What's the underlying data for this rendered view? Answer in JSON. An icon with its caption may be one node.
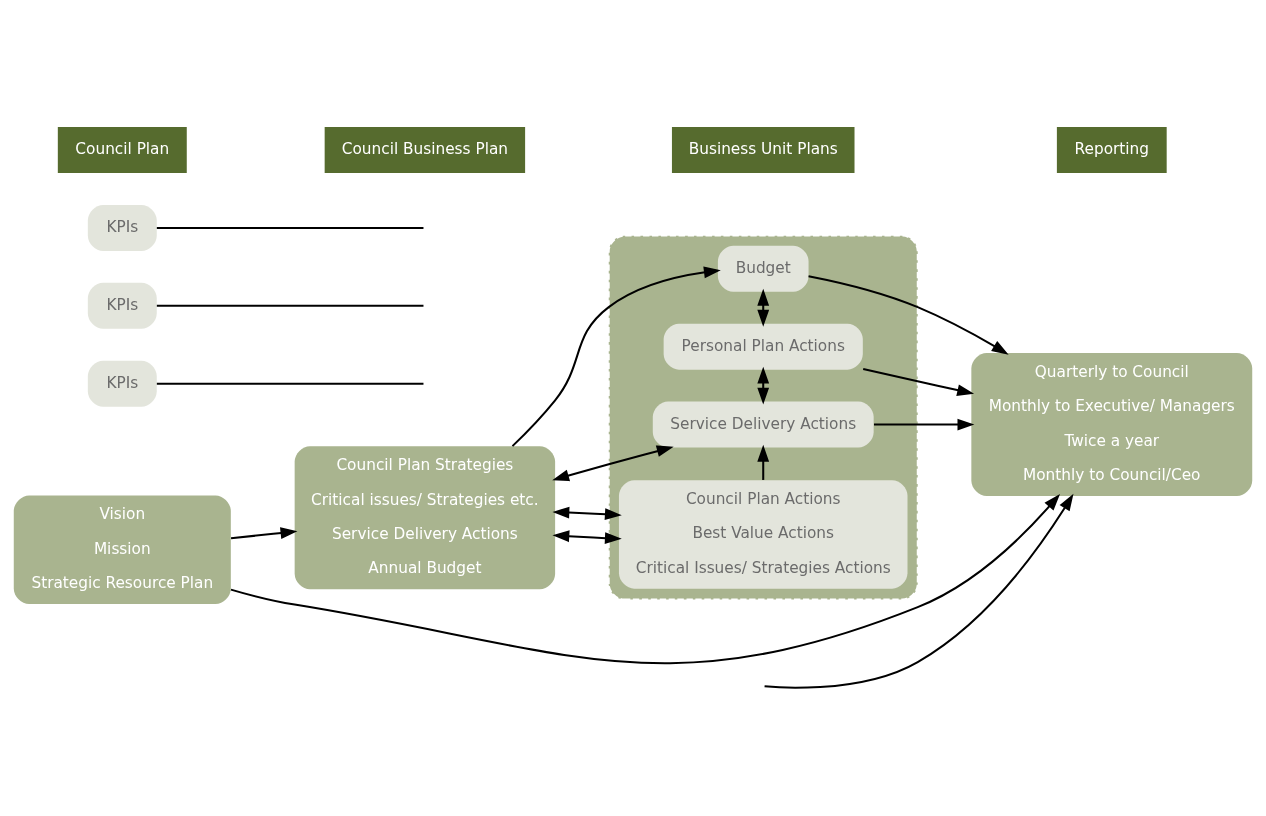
{
  "diagram": {
    "nodes": [
      {
        "text": [
          "Vision",
          "Mission",
          "Strategic Resource Plan"
        ]
      },
      {
        "text": [
          "Council Plan Strategies",
          "Critical issues/ Strategies etc.",
          "Service Delivery Actions",
          "Annual Budget"
        ]
      },
      {
        "text": [],
        "shape": "box"
      },
      {
        "text": [
          "Council Plan Actions",
          "Best Value Actions",
          "Critical Issues/ Strategies Actions"
        ],
        "in": 2
      },
      {
        "text": [
          "Service Delivery Actions"
        ],
        "in": 2
      },
      {
        "text": [
          "Personal Plan Actions"
        ],
        "in": 2
      },
      {
        "text": [
          "Budget"
        ],
        "in": 2
      },
      {
        "text": [
          "Quarterly to Council",
          "Monthly to Executive/ Managers",
          "Twice a year",
          "Monthly to Council/Ceo"
        ]
      },
      {
        "text": [
          "KPIs"
        ]
      },
      {
        "text": [
          "KPIs"
        ]
      },
      {
        "text": [
          "KPIs"
        ]
      }
    ],
    "edges": [
      {
        "from": 0,
        "to": 7,
        "arrow": "to"
      },
      {
        "from": 0,
        "to": 1,
        "arrow": "to"
      },
      {
        "from": 1,
        "to": 3,
        "arrow": "both"
      },
      {
        "from": 1,
        "to": 3,
        "arrow": "both"
      },
      {
        "from": 1,
        "to": 4,
        "arrow": "both"
      },
      {
        "from": 1,
        "to": 6,
        "arrow": "to"
      },
      {
        "from": 3,
        "to": 4,
        "arrow": "to"
      },
      {
        "from": 4,
        "to": 5,
        "arrow": "both"
      },
      {
        "from": 5,
        "to": 6,
        "arrow": "both"
      },
      {
        "from": 4,
        "to": 7,
        "arrow": "to"
      },
      {
        "from": 5,
        "to": 7,
        "arrow": "to"
      },
      {
        "from": 6,
        "to": 7,
        "arrow": "to"
      },
      {
        "from": 8,
        "to": null,
        "arrow": "none"
      },
      {
        "from": 9,
        "to": null,
        "arrow": "none"
      },
      {
        "from": 10,
        "to": null,
        "arrow": "none"
      },
      {
        "from": null,
        "to": 7,
        "arrow": "to"
      }
    ],
    "labels": [
      "Council Plan",
      "Council Business Plan",
      "Business Unit Plans",
      "Reporting"
    ]
  }
}
